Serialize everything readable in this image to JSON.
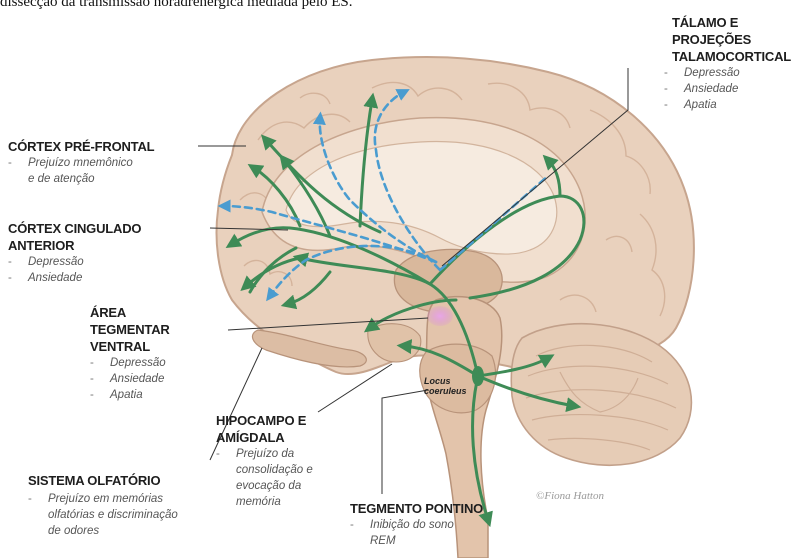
{
  "caption": "dissecção da transmissão noradrenérgica mediada pelo ES.",
  "signature": "©Fiona Hatton",
  "locus_label": [
    "Locus",
    "coeruleus"
  ],
  "colors": {
    "pathway_solid": "#3e8b56",
    "pathway_dashed": "#4a9cd0",
    "brain_fill": "#e9d1bd",
    "brain_outline": "#c7a58e",
    "locus_highlight": "#d98fd8"
  },
  "labels": {
    "talamo": {
      "title": [
        "TÁLAMO E",
        "PROJEÇÕES",
        "TALAMOCORTICAL"
      ],
      "notes": [
        "Depressão",
        "Ansiedade",
        "Apatia"
      ]
    },
    "pre_frontal": {
      "title": [
        "CÓRTEX PRÉ-FRONTAL"
      ],
      "notes": [
        "Prejuízo mnemônico",
        "e de atenção"
      ]
    },
    "cingulado": {
      "title": [
        "CÓRTEX CINGULADO",
        "ANTERIOR"
      ],
      "notes": [
        "Depressão",
        "Ansiedade"
      ]
    },
    "tegmentar": {
      "title": [
        "ÁREA",
        "TEGMENTAR",
        "VENTRAL"
      ],
      "notes": [
        "Depressão",
        "Ansiedade",
        "Apatia"
      ]
    },
    "hipocampo": {
      "title": [
        "HIPOCAMPO E",
        "AMÍGDALA"
      ],
      "notes": [
        "Prejuízo da",
        "consolidação e",
        "evocação da",
        "memória"
      ]
    },
    "olfatorio": {
      "title": [
        "SISTEMA OLFATÓRIO"
      ],
      "notes": [
        "Prejuízo em memórias",
        "olfatórias e discriminação",
        "de odores"
      ]
    },
    "pontino": {
      "title": [
        "TEGMENTO PONTINO"
      ],
      "notes": [
        "Inibição do sono",
        "REM"
      ]
    }
  }
}
